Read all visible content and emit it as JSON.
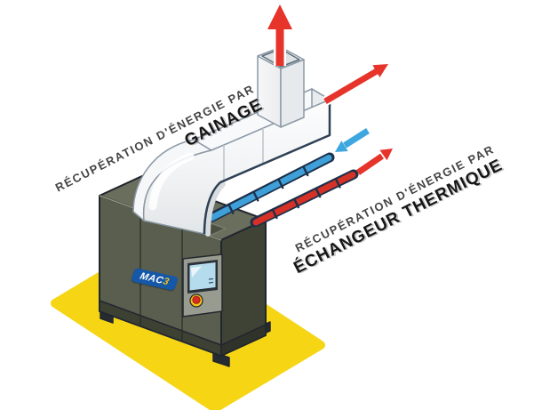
{
  "illustration": {
    "title_visible_text_only": true,
    "labels": {
      "gainage": {
        "line1": "RÉCUPÉRATION D'ÉNERGIE PAR",
        "line2": "GAINAGE"
      },
      "echangeur": {
        "line1": "RÉCUPÉRATION D'ÉNERGIE PAR",
        "line2": "ÉCHANGEUR THERMIQUE"
      }
    },
    "machine": {
      "brand": "MAC",
      "brand_digit": "3"
    },
    "icons": {
      "exhaust-air-arrow-up-icon": "red arrow pointing up out of chimney duct",
      "duct-air-arrow-icon": "red diagonal arrow leaving horizontal duct end",
      "cold-flow-arrow-icon": "blue diagonal arrow pointing toward machine",
      "hot-flow-arrow-icon": "red diagonal arrow leaving heat-exchanger pipes"
    },
    "colors": {
      "hot_arrow": "#e6342b",
      "cold_arrow": "#3ea7e0",
      "hot_pipe": "#d53127",
      "cold_pipe": "#3f9fd9",
      "floor_mat": "#f6d515",
      "cabinet_front": "#5a5e4f",
      "cabinet_side": "#3f4336",
      "cabinet_top": "#6a6e5d",
      "duct_outline": "#8b99a6",
      "dark_outline": "#20262e",
      "logo_background": "#1558a8",
      "logo_digit": "#f4c211",
      "screen": "#b5dcec",
      "estop_ring": "#f3c515",
      "estop_button": "#d92b23"
    }
  }
}
